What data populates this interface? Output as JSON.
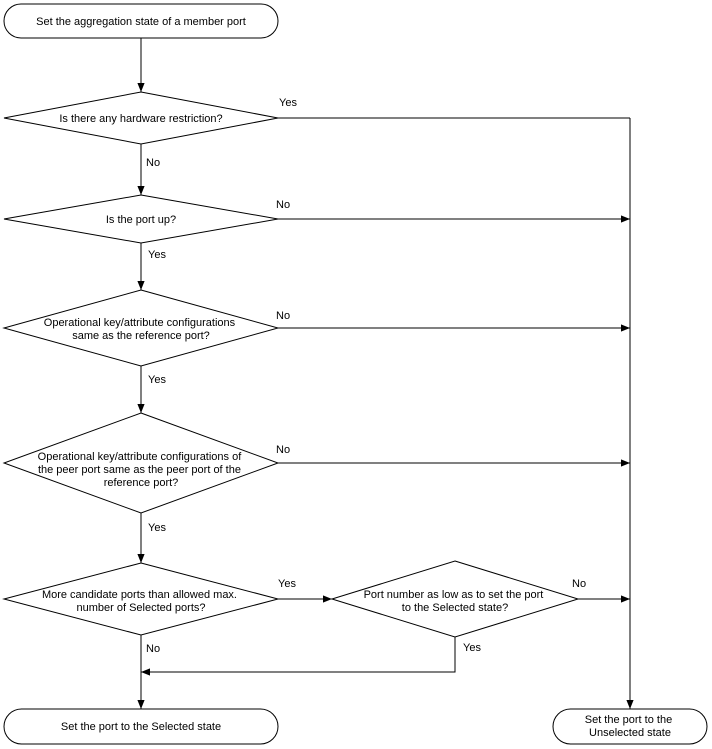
{
  "start": {
    "label": "Set the aggregation state of a member port"
  },
  "decisions": [
    {
      "lines": [
        "Is there any hardware restriction?"
      ]
    },
    {
      "lines": [
        "Is the port up?"
      ]
    },
    {
      "lines": [
        "Operational key/attribute configurations",
        "same as the reference port?"
      ]
    },
    {
      "lines": [
        "Operational key/attribute configurations of",
        "the peer port same as the peer port of the",
        "reference port?"
      ]
    },
    {
      "lines": [
        "More candidate ports than allowed max.",
        "number of Selected ports?"
      ]
    },
    {
      "lines": [
        "Port number as low as to set the port",
        "to the Selected state?"
      ]
    }
  ],
  "branches": {
    "d1_right": "Yes",
    "d1_down": "No",
    "d2_right": "No",
    "d2_down": "Yes",
    "d3_right": "No",
    "d3_down": "Yes",
    "d4_right": "No",
    "d4_down": "Yes",
    "d5_right": "Yes",
    "d5_down": "No",
    "d6_right": "No",
    "d6_down": "Yes"
  },
  "end_selected": {
    "label": "Set the port to the Selected state"
  },
  "end_unselected": {
    "lines": [
      "Set the port to the",
      "Unselected state"
    ]
  }
}
